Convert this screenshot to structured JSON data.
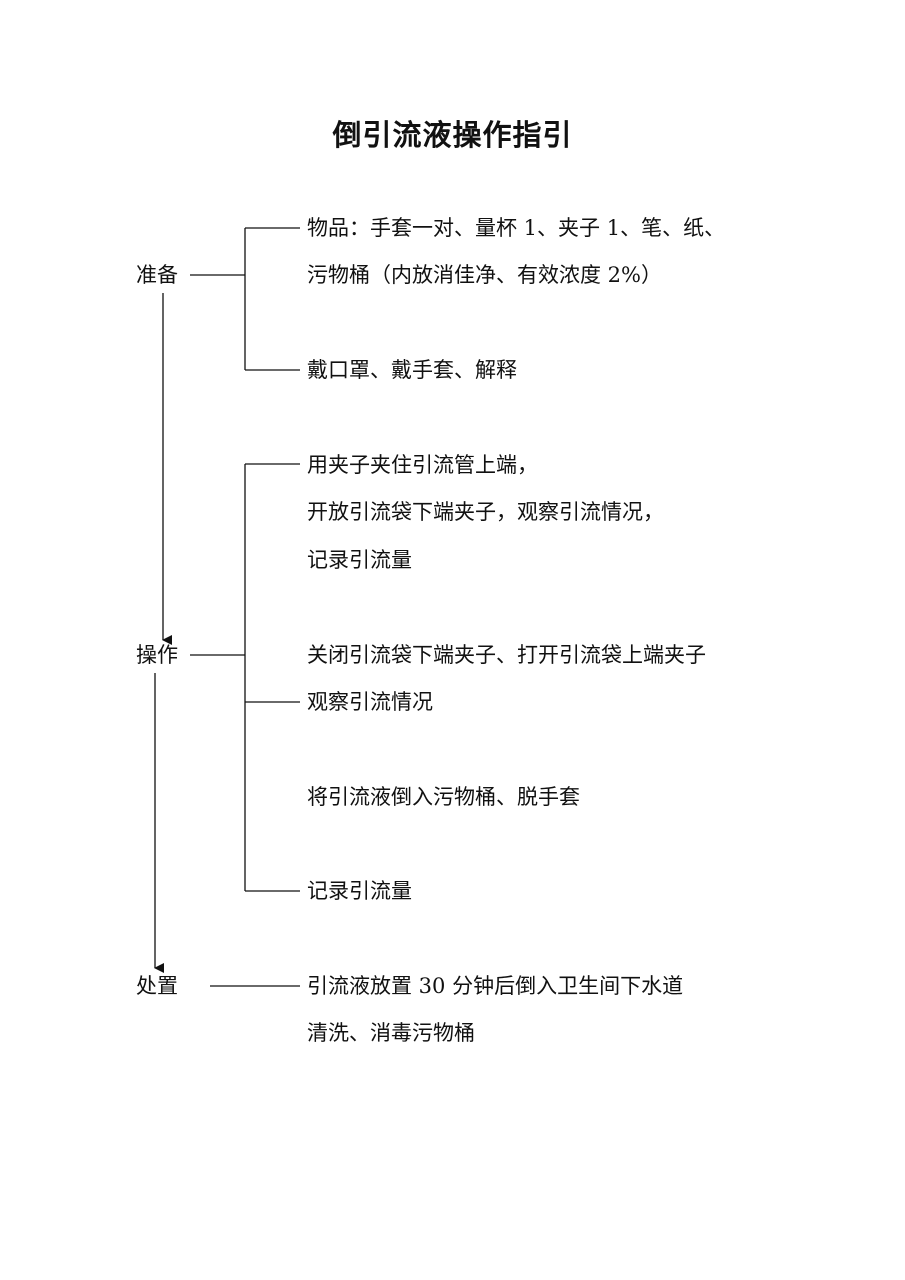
{
  "title": "倒引流液操作指引",
  "stages": {
    "prepare": {
      "label": "准备",
      "items": [
        "物品：手套一对、量杯 1、夹子 1、笔、纸、",
        "污物桶（内放消佳净、有效浓度 2%）",
        "戴口罩、戴手套、解释"
      ]
    },
    "operate": {
      "label": "操作",
      "items": [
        "用夹子夹住引流管上端，",
        "开放引流袋下端夹子，观察引流情况，",
        "记录引流量",
        "关闭引流袋下端夹子、打开引流袋上端夹子",
        "观察引流情况",
        "将引流液倒入污物桶、脱手套",
        "记录引流量"
      ]
    },
    "dispose": {
      "label": "处置",
      "items": [
        "引流液放置 30 分钟后倒入卫生间下水道",
        "清洗、消毒污物桶"
      ]
    }
  },
  "colors": {
    "line": "#111111",
    "text": "#111111"
  }
}
